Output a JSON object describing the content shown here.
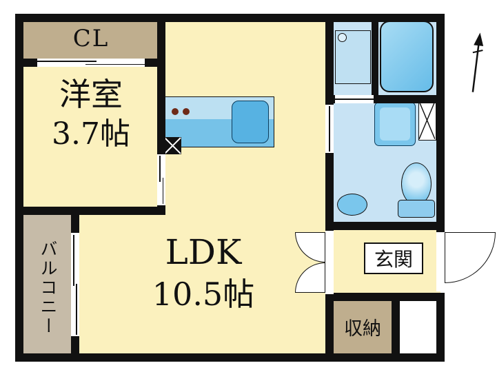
{
  "rooms": {
    "closet": {
      "label": "CL"
    },
    "western_room": {
      "label": "洋室",
      "size": "3.7帖"
    },
    "ldk": {
      "label": "LDK",
      "size": "10.5帖"
    },
    "balcony": {
      "label": "バルコニー"
    },
    "entrance": {
      "label": "玄関"
    },
    "storage": {
      "label": "収納"
    }
  },
  "icons": {
    "north_arrow": "compass-north-arrow"
  },
  "colors": {
    "wall": "#111111",
    "room_floor": "#FBF1BE",
    "closet_floor": "#BFAE8E",
    "balcony_floor": "#C6BBA8",
    "wet_area_floor": "#C8E3F4",
    "fixture_blue": "#7AC6EC",
    "counter_blue_light": "#BCE0F2",
    "counter_blue": "#76C2E8",
    "sink_blue": "#57B2E2",
    "stove_dot": "#6E2A18"
  }
}
